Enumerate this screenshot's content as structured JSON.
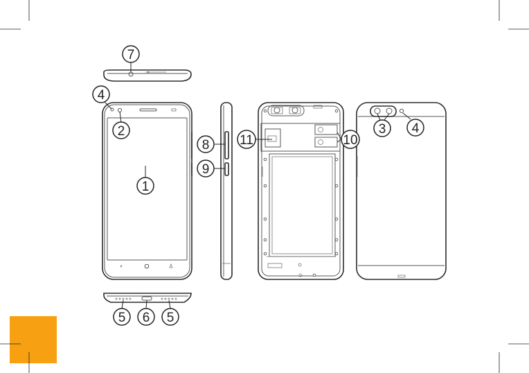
{
  "diagram": {
    "callouts": [
      {
        "id": "c7",
        "label": "7"
      },
      {
        "id": "c4a",
        "label": "4"
      },
      {
        "id": "c2",
        "label": "2"
      },
      {
        "id": "c1",
        "label": "1"
      },
      {
        "id": "c8",
        "label": "8"
      },
      {
        "id": "c9",
        "label": "9"
      },
      {
        "id": "c11",
        "label": "11"
      },
      {
        "id": "c10",
        "label": "10"
      },
      {
        "id": "c3",
        "label": "3"
      },
      {
        "id": "c4b",
        "label": "4"
      },
      {
        "id": "c5a",
        "label": "5"
      },
      {
        "id": "c6",
        "label": "6"
      },
      {
        "id": "c5b",
        "label": "5"
      }
    ]
  },
  "colors": {
    "accent": "#f7a012",
    "line": "#2b2b2b",
    "background": "#ffffff"
  }
}
